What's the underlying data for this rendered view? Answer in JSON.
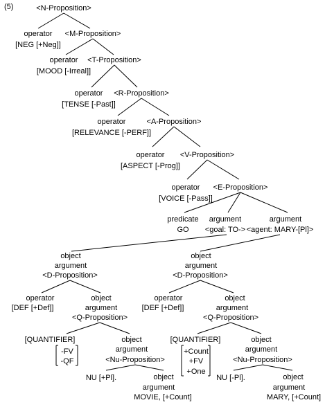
{
  "example_label": "(5)",
  "nodes": {
    "n_prop": "<N-Proposition>",
    "op_neg_1": "operator",
    "op_neg_2": "[NEG [+Neg]]",
    "m_prop": "<M-Proposition>",
    "op_mood_1": "operator",
    "op_mood_2": "[MOOD [-Irreal]]",
    "t_prop": "<T-Proposition>",
    "op_tense_1": "operator",
    "op_tense_2": "[TENSE [-Past]]",
    "r_prop": "<R-Proposition>",
    "op_rel_1": "operator",
    "op_rel_2": "[RELEVANCE [-PERF]]",
    "a_prop": "<A-Proposition>",
    "op_asp_1": "operator",
    "op_asp_2": "[ASPECT [-Prog]]",
    "v_prop": "<V-Proposition>",
    "op_voice_1": "operator",
    "op_voice_2": "[VOICE [-Pass]]",
    "e_prop": "<E-Proposition>",
    "pred_1": "predicate",
    "pred_2": "GO",
    "goal_1": "argument",
    "goal_2": "<goal: TO->",
    "agent_1": "argument",
    "agent_2": "<agent: MARY-[Pl]>",
    "l_obj_1": "object",
    "l_obj_2": "argument",
    "l_d_prop": "<D-Proposition>",
    "l_op_def_1": "operator",
    "l_op_def_2": "[DEF [+Def]]",
    "l_q_obj_1": "object",
    "l_q_obj_2": "argument",
    "l_q_prop": "<Q-Proposition>",
    "l_quant": "[QUANTIFIER]",
    "l_feat_1": "-FV",
    "l_feat_2": "-QF",
    "l_nu_obj_1": "object",
    "l_nu_obj_2": "argument",
    "l_nu_prop": "<Nu-Proposition>",
    "l_nu": "NU [+Pl].",
    "l_leaf_1": "object",
    "l_leaf_2": "argument",
    "l_leaf_3": "MOVIE, [+Count]",
    "r_obj_1": "object",
    "r_obj_2": "argument",
    "r_d_prop": "<D-Proposition>",
    "r_op_def_1": "operator",
    "r_op_def_2": "[DEF [+Def]]",
    "r_q_obj_1": "object",
    "r_q_obj_2": "argument",
    "r_q_prop": "<Q-Proposition>",
    "r_quant": "[QUANTIFIER]",
    "r_feat_1": "+Count",
    "r_feat_2": "+FV",
    "r_feat_3": "+One",
    "r_nu_obj_1": "object",
    "r_nu_obj_2": "argument",
    "r_nu_prop": "<Nu-Proposition>",
    "r_nu": "NU [-Pl].",
    "r_leaf_1": "object",
    "r_leaf_2": "argument",
    "r_leaf_3": "MARY, [+Count]"
  }
}
